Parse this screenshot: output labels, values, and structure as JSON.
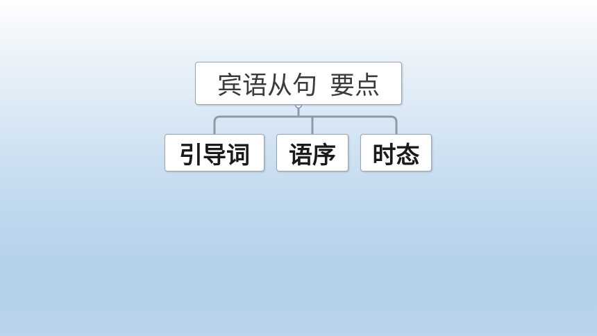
{
  "diagram": {
    "root": {
      "part1": "宾语从句",
      "part2": "要点"
    },
    "children": [
      {
        "label": "引导词"
      },
      {
        "label": "语序"
      },
      {
        "label": "时态"
      }
    ]
  },
  "colors": {
    "connector": "#8f9aa6",
    "collapse_handle": "#7a94b5",
    "node_border": "#9aa6b3"
  }
}
